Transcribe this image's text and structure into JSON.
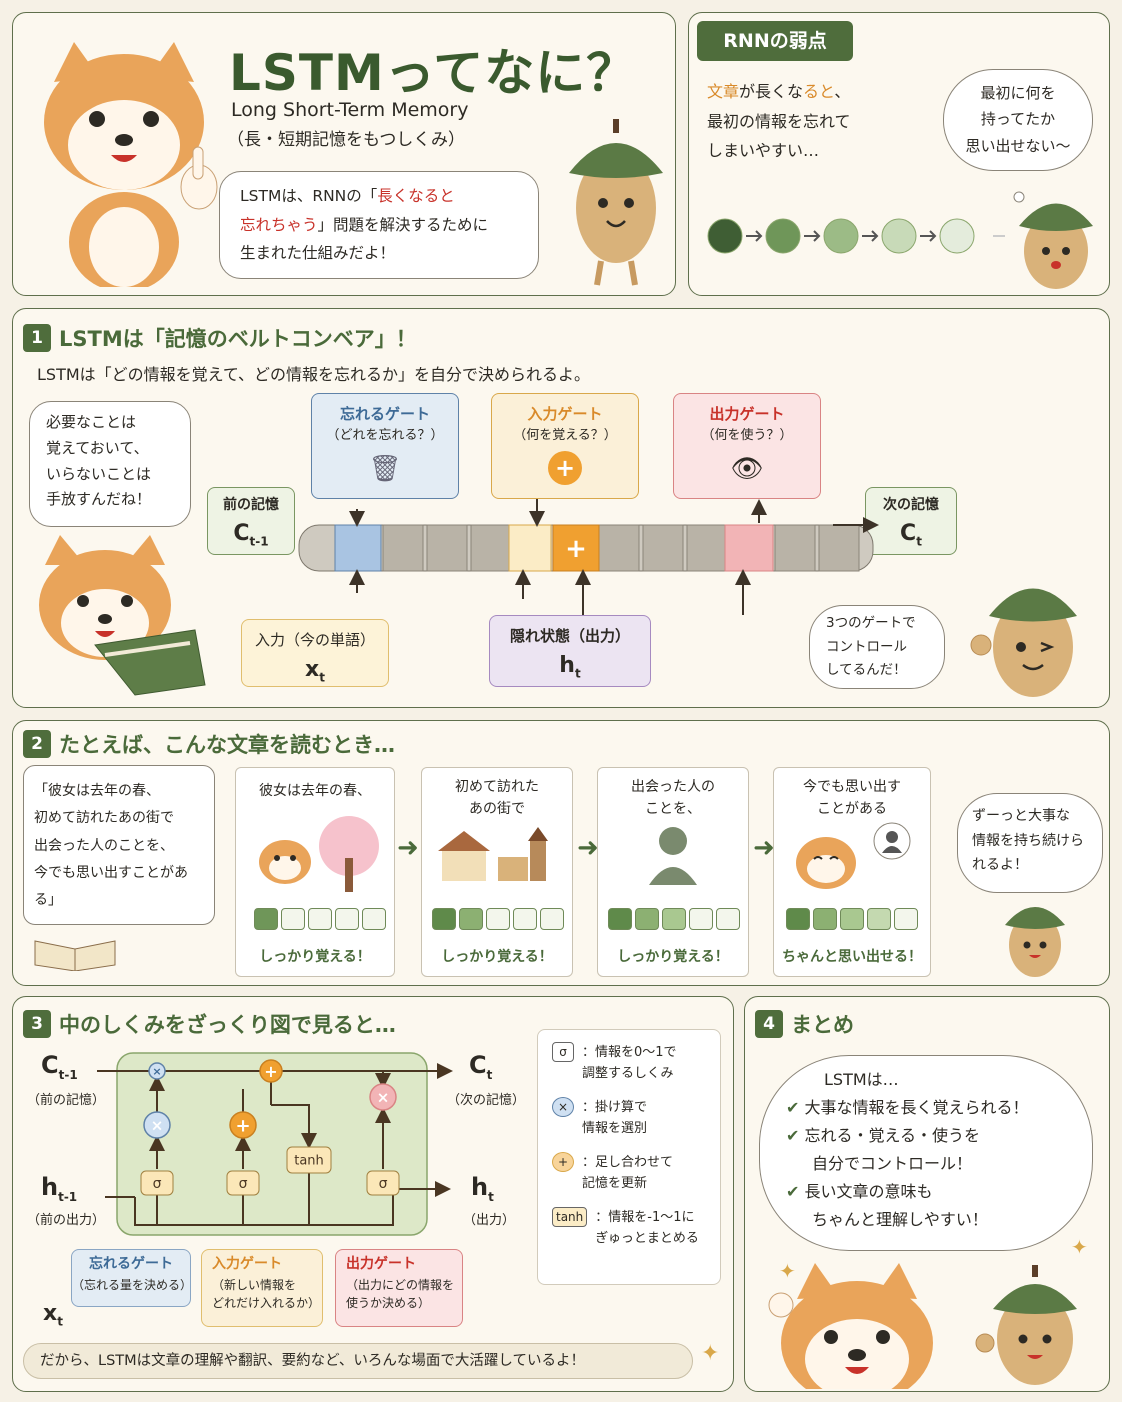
{
  "header": {
    "title": "LSTMってなに？",
    "subtitle_en": "Long Short-Term Memory",
    "subtitle_ja": "（長・短期記憶をもつしくみ）",
    "intro_a": "LSTMは、RNNの「",
    "intro_b": "長くなると",
    "intro_c": "忘れちゃう",
    "intro_d": "」問題を解決するために",
    "intro_e": "生まれた仕組みだよ！"
  },
  "rnn": {
    "badge": "RNNの弱点",
    "line1_a": "文章",
    "line1_b": "が長くな",
    "line1_c": "ると",
    "line1_d": "、",
    "line2": "最初の情報を忘れて",
    "line3": "しまいやすい…",
    "bubble_1": "最初に何を",
    "bubble_2": "持ってたか",
    "bubble_3": "思い出せない〜",
    "colors": [
      "#3f5e34",
      "#6f9659",
      "#9cbb86",
      "#c8dab8",
      "#e4ecdc"
    ]
  },
  "section1": {
    "num": "1",
    "title": "LSTMは「記憶のベルトコンベア」！",
    "desc": "LSTMは「どの情報を覚えて、どの情報を忘れるか」を自分で決められるよ。",
    "dog_bubble": [
      "必要なことは",
      "覚えておいて、",
      "いらないことは",
      "手放すんだね！"
    ],
    "forget_gate": "忘れるゲート",
    "forget_sub": "（どれを忘れる？）",
    "input_gate": "入力ゲート",
    "input_sub": "（何を覚える？）",
    "output_gate": "出力ゲート",
    "output_sub": "（何を使う？）",
    "prev_mem": "前の記憶",
    "prev_sym": "C",
    "prev_sub": "t-1",
    "next_mem": "次の記憶",
    "next_sym": "C",
    "next_sub": "t",
    "input_label": "入力（今の単語）",
    "input_sym": "x",
    "input_symsub": "t",
    "hidden_label": "隠れ状態（出力）",
    "hidden_sym": "h",
    "hidden_symsub": "t",
    "acorn_bubble": [
      "3つのゲートで",
      "コントロール",
      "してるんだ！"
    ]
  },
  "section2": {
    "num": "2",
    "title": "たとえば、こんな文章を読むとき…",
    "quote": [
      "「彼女は去年の春、",
      "初めて訪れたあの街で",
      "出会った人のことを、",
      "今でも思い出すことがある」"
    ],
    "cards": [
      {
        "lines": [
          "彼女は去年の春、"
        ],
        "caption": "しっかり覚える！"
      },
      {
        "lines": [
          "初めて訪れた",
          "あの街で"
        ],
        "caption": "しっかり覚える！"
      },
      {
        "lines": [
          "出会った人の",
          "ことを、"
        ],
        "caption": "しっかり覚える！"
      },
      {
        "lines": [
          "今でも思い出す",
          "ことがある"
        ],
        "caption": "ちゃんと思い出せる！"
      }
    ],
    "acorn_bubble": [
      "ずーっと大事な",
      "情報を持ち続けら",
      "れるよ！"
    ]
  },
  "section3": {
    "num": "3",
    "title": "中のしくみをざっくり図で見ると…",
    "c_prev": "C",
    "c_prev_sub": "t-1",
    "c_prev_label": "（前の記憶）",
    "c_next": "C",
    "c_next_sub": "t",
    "c_next_label": "（次の記憶）",
    "h_prev": "h",
    "h_prev_sub": "t-1",
    "h_prev_label": "（前の出力）",
    "h_next": "h",
    "h_next_sub": "t",
    "h_next_label": "（出力）",
    "x": "x",
    "x_sub": "t",
    "sigma": "σ",
    "tanh": "tanh",
    "times": "×",
    "plus": "+",
    "forget_title": "忘れるゲート",
    "forget_desc": "（忘れる量を決める）",
    "input_title": "入力ゲート",
    "input_desc": [
      "（新しい情報を",
      "どれだけ入れるか）"
    ],
    "output_title": "出力ゲート",
    "output_desc": [
      "（出力にどの情報を",
      "使うか決める）"
    ],
    "legend": [
      {
        "sym": "σ",
        "text": [
          "：情報を0〜1で",
          "調整するしくみ"
        ]
      },
      {
        "sym": "×",
        "text": [
          "：掛け算で",
          "情報を選別"
        ]
      },
      {
        "sym": "+",
        "text": [
          "：足し合わせて",
          "記憶を更新"
        ]
      },
      {
        "sym": "tanh",
        "text": [
          "：情報を-1〜1に",
          "ぎゅっとまとめる"
        ]
      }
    ],
    "footer": "だから、LSTMは文章の理解や翻訳、要約など、いろんな場面で大活躍しているよ！"
  },
  "section4": {
    "num": "4",
    "title": "まとめ",
    "lead": "LSTMは…",
    "check": "✔",
    "points": [
      [
        "大事な情報を長く覚えられる！"
      ],
      [
        "忘れる・覚える・使うを",
        "自分でコントロール！"
      ],
      [
        "長い文章の意味も",
        "ちゃんと理解しやすい！"
      ]
    ]
  }
}
